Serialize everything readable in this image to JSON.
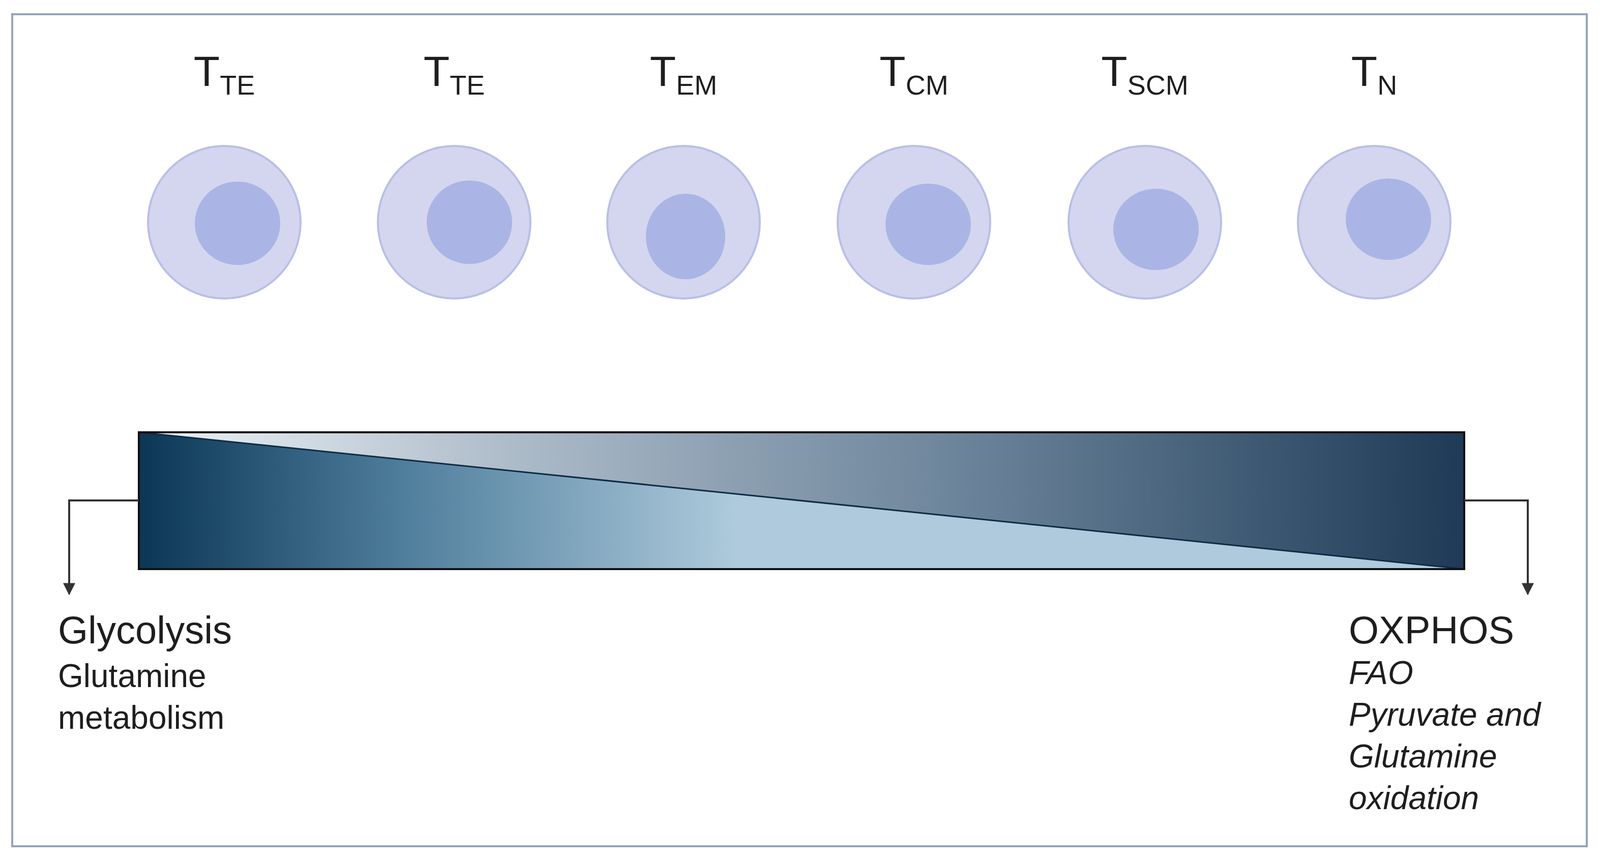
{
  "diagram": {
    "nodes": [
      {
        "text": [
          "TTE"
        ]
      },
      {
        "text": [
          "TTE"
        ]
      },
      {
        "text": [
          "TEM"
        ]
      },
      {
        "text": [
          "TCM"
        ]
      },
      {
        "text": [
          "TSCM"
        ]
      },
      {
        "text": [
          "TN"
        ]
      }
    ],
    "labels": [
      "Glycolysis",
      "Glutamine metabolism",
      "OXPHOS",
      "FAO",
      "Pyruvate and Glutamine oxidation"
    ]
  }
}
